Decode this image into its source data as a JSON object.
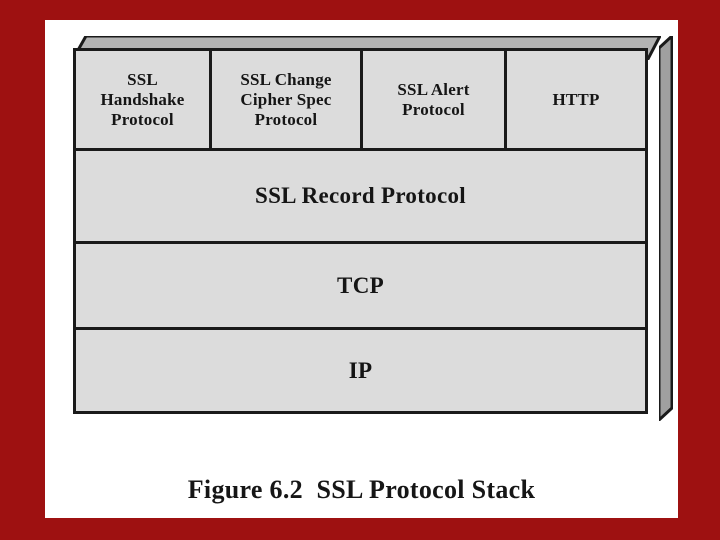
{
  "slide": {
    "background_color": "#9e1111",
    "page_color": "#ffffff",
    "caption": "Figure 6.2  SSL Protocol Stack"
  },
  "diagram": {
    "title": "SSL Protocol Stack",
    "box_fill_color": "#dcdcdc",
    "box_border_color": "#1a1a1a",
    "bevel_top_color": "#b3b3b3",
    "bevel_side_color": "#a0a0a0",
    "layers": [
      {
        "level": "upper",
        "cells": [
          {
            "label": "SSL\nHandshake\nProtocol",
            "lines": [
              "SSL",
              "Handshake",
              "Protocol"
            ]
          },
          {
            "label": "SSL Change\nCipher Spec\nProtocol",
            "lines": [
              "SSL Change",
              "Cipher Spec",
              "Protocol"
            ]
          },
          {
            "label": "SSL Alert\nProtocol",
            "lines": [
              "SSL Alert",
              "Protocol"
            ]
          },
          {
            "label": "HTTP",
            "lines": [
              "HTTP"
            ]
          }
        ]
      },
      {
        "level": "record",
        "label": "SSL Record Protocol"
      },
      {
        "level": "transport",
        "label": "TCP"
      },
      {
        "level": "network",
        "label": "IP"
      }
    ]
  }
}
